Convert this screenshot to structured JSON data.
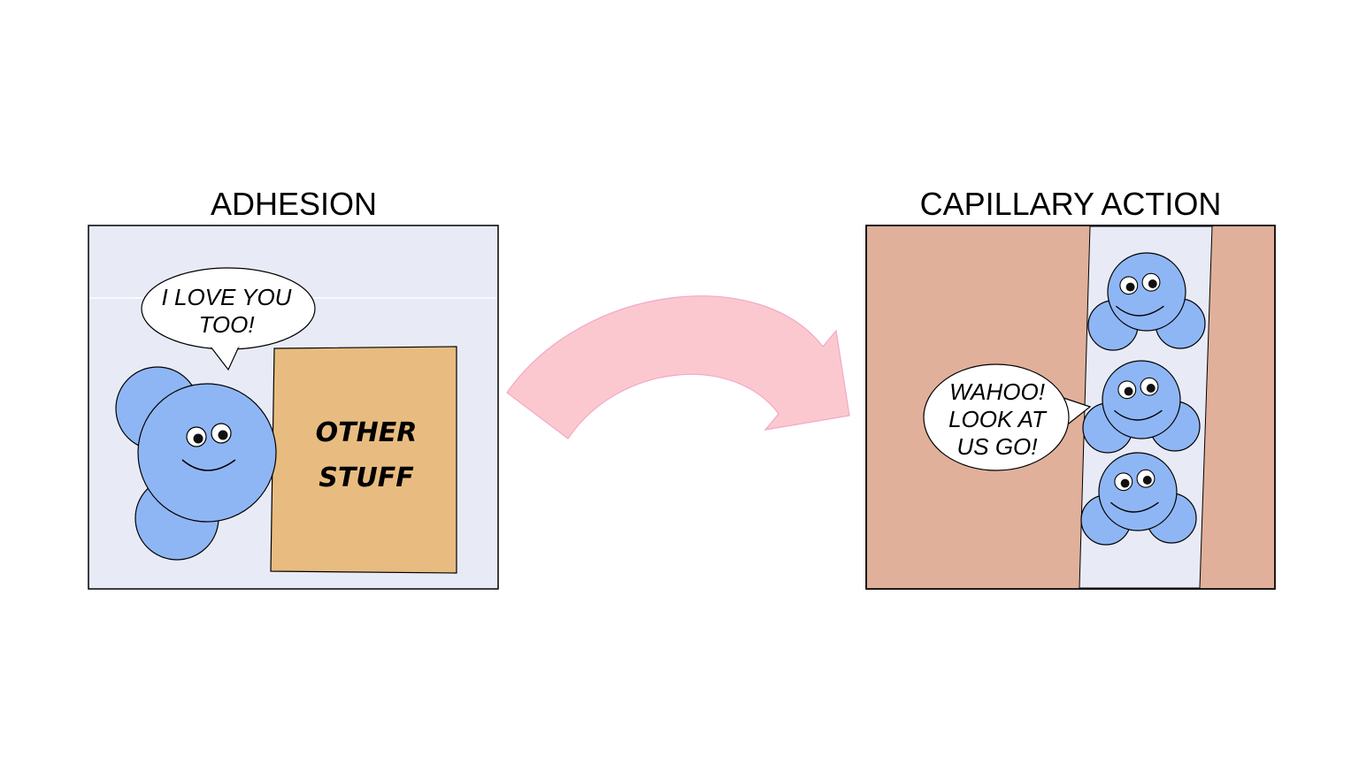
{
  "titles": {
    "left": "ADHESION",
    "right": "CAPILLARY ACTION"
  },
  "left_panel": {
    "speech": [
      "I LOVE YOU",
      "TOO!"
    ],
    "box": [
      "OTHER",
      "STUFF"
    ]
  },
  "right_panel": {
    "speech": [
      "WAHOO!",
      "LOOK AT",
      "US GO!"
    ]
  },
  "colors": {
    "panel_bg": "#e8ebf6",
    "molecule": "#8fb6f4",
    "box": "#e8bc80",
    "tube_wall": "#e1b09a",
    "arrow": "#fcc8cf"
  }
}
